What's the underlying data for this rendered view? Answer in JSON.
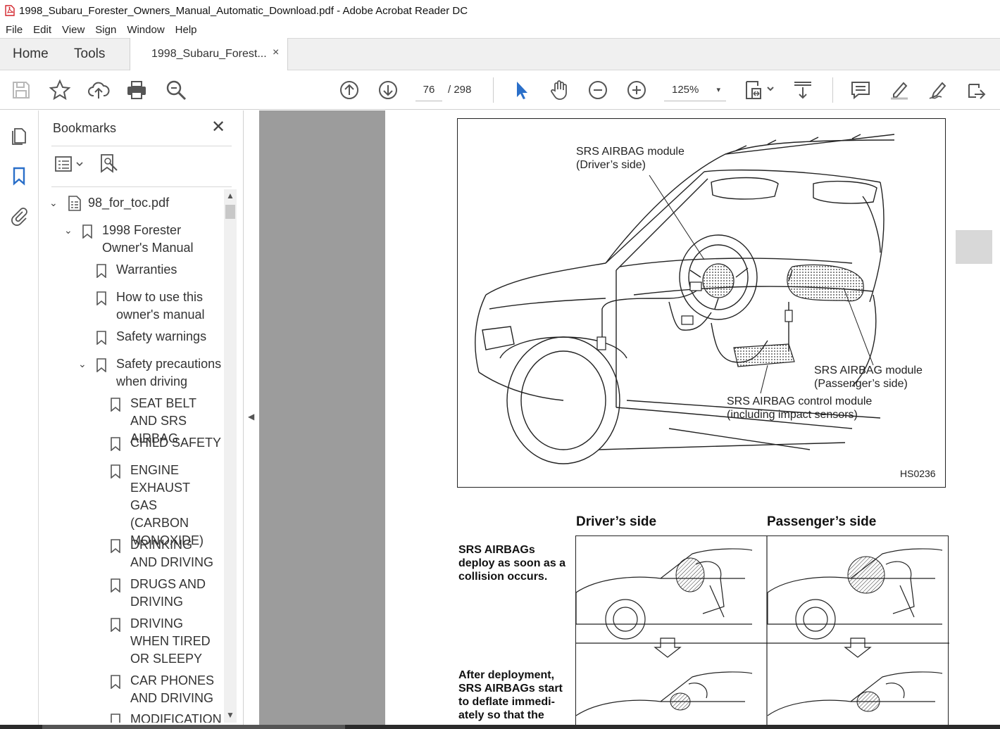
{
  "window": {
    "title": "1998_Subaru_Forester_Owners_Manual_Automatic_Download.pdf - Adobe Acrobat Reader DC"
  },
  "menu": [
    "File",
    "Edit",
    "View",
    "Sign",
    "Window",
    "Help"
  ],
  "tabs": {
    "home": "Home",
    "tools": "Tools",
    "document": "1998_Subaru_Forest...",
    "close": "×"
  },
  "toolbar": {
    "current_page": "76",
    "page_total": "/ 298",
    "zoom": "125%",
    "zoom_caret": "▾"
  },
  "bookmarks": {
    "title": "Bookmarks",
    "close": "✕",
    "items": [
      {
        "label": "98_for_toc.pdf"
      },
      {
        "label": "1998 Forester Owner's Manual"
      },
      {
        "label": "Warranties"
      },
      {
        "label": "How to use this owner's manual"
      },
      {
        "label": "Safety warnings"
      },
      {
        "label": "Safety precautions when driving"
      },
      {
        "label": "SEAT BELT AND SRS AIRBAG"
      },
      {
        "label": "CHILD SAFETY"
      },
      {
        "label": "ENGINE EXHAUST GAS (CARBON MONOXIDE)"
      },
      {
        "label": "DRINKING AND DRIVING"
      },
      {
        "label": "DRUGS AND DRIVING"
      },
      {
        "label": "DRIVING WHEN TIRED OR SLEEPY"
      },
      {
        "label": "CAR PHONES AND DRIVING"
      },
      {
        "label": "MODIFICATION"
      }
    ]
  },
  "page": {
    "figure1": {
      "label_driver": "SRS AIRBAG module\n(Driver’s side)",
      "label_passenger": "SRS AIRBAG module\n(Passenger’s side)",
      "label_control": "SRS AIRBAG control module\n(including impact sensors)",
      "code": "HS0236"
    },
    "figure2": {
      "col_driver": "Driver’s side",
      "col_passenger": "Passenger’s side",
      "text_deploy": "SRS AIRBAGs deploy as soon as a collision occurs.",
      "text_deflate": "After deployment, SRS AIRBAGs start to deflate immedi-ately so that the"
    }
  }
}
